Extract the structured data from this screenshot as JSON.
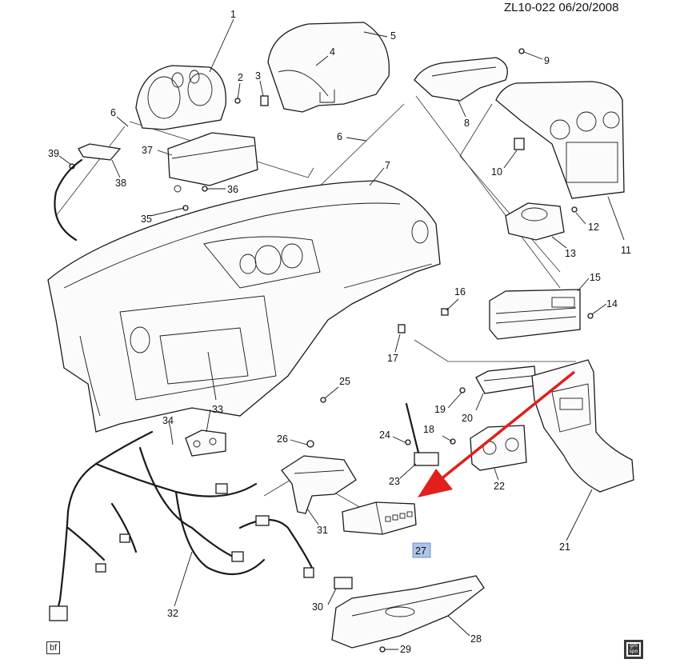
{
  "header": {
    "code": "ZL10-022",
    "date": "06/20/2008"
  },
  "footer": {
    "corner_tag": "bf",
    "logo_text": "gm\nspo"
  },
  "highlight": {
    "callout": "27",
    "arrow_color": "#e0201c",
    "box_color": "#aec4e8"
  },
  "callouts": [
    "1",
    "2",
    "3",
    "4",
    "5",
    "6",
    "6",
    "7",
    "8",
    "9",
    "10",
    "11",
    "12",
    "13",
    "14",
    "15",
    "16",
    "17",
    "18",
    "19",
    "20",
    "21",
    "22",
    "23",
    "24",
    "25",
    "26",
    "27",
    "28",
    "29",
    "30",
    "31",
    "32",
    "33",
    "34",
    "35",
    "36",
    "37",
    "38",
    "39"
  ]
}
